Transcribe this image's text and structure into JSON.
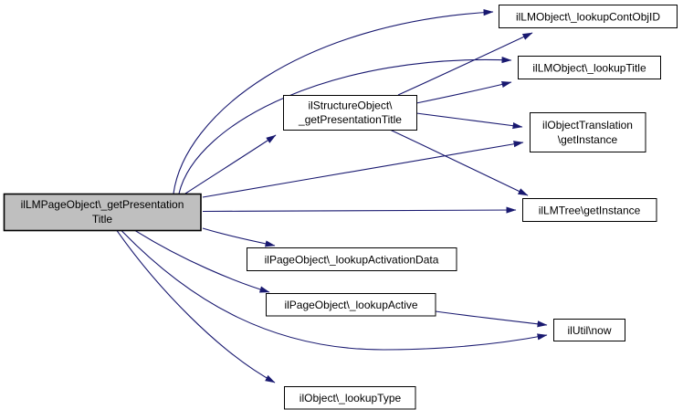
{
  "diagram": {
    "kind": "call-graph",
    "colors": {
      "background": "#ffffff",
      "edge": "#191970",
      "node_border": "#000000",
      "node_fill": "#ffffff",
      "highlight_fill": "#bfbfbf",
      "text": "#000000"
    },
    "nodes": {
      "main": {
        "line1": "ilLMPageObject\\_getPresentation",
        "line2": "Title",
        "highlighted": true
      },
      "lm_lookupContObjID": {
        "label": "ilLMObject\\_lookupContObjID"
      },
      "lm_lookupTitle": {
        "label": "ilLMObject\\_lookupTitle"
      },
      "structure_getPresentationTitle": {
        "line1": "ilStructureObject\\",
        "line2": "_getPresentationTitle"
      },
      "objectTranslation_getInstance": {
        "line1": "ilObjectTranslation",
        "line2": "\\getInstance"
      },
      "lmTree_getInstance": {
        "label": "ilLMTree\\getInstance"
      },
      "page_lookupActivationData": {
        "label": "ilPageObject\\_lookupActivationData"
      },
      "page_lookupActive": {
        "label": "ilPageObject\\_lookupActive"
      },
      "util_now": {
        "label": "ilUtil\\now"
      },
      "object_lookupType": {
        "label": "ilObject\\_lookupType"
      }
    },
    "edges": [
      {
        "from": "main",
        "to": "lm_lookupContObjID"
      },
      {
        "from": "main",
        "to": "lm_lookupTitle"
      },
      {
        "from": "main",
        "to": "structure_getPresentationTitle"
      },
      {
        "from": "main",
        "to": "objectTranslation_getInstance"
      },
      {
        "from": "main",
        "to": "lmTree_getInstance"
      },
      {
        "from": "main",
        "to": "page_lookupActivationData"
      },
      {
        "from": "main",
        "to": "page_lookupActive"
      },
      {
        "from": "main",
        "to": "util_now"
      },
      {
        "from": "main",
        "to": "object_lookupType"
      },
      {
        "from": "structure_getPresentationTitle",
        "to": "lm_lookupContObjID"
      },
      {
        "from": "structure_getPresentationTitle",
        "to": "lm_lookupTitle"
      },
      {
        "from": "structure_getPresentationTitle",
        "to": "objectTranslation_getInstance"
      },
      {
        "from": "structure_getPresentationTitle",
        "to": "lmTree_getInstance"
      },
      {
        "from": "page_lookupActive",
        "to": "util_now"
      }
    ]
  }
}
